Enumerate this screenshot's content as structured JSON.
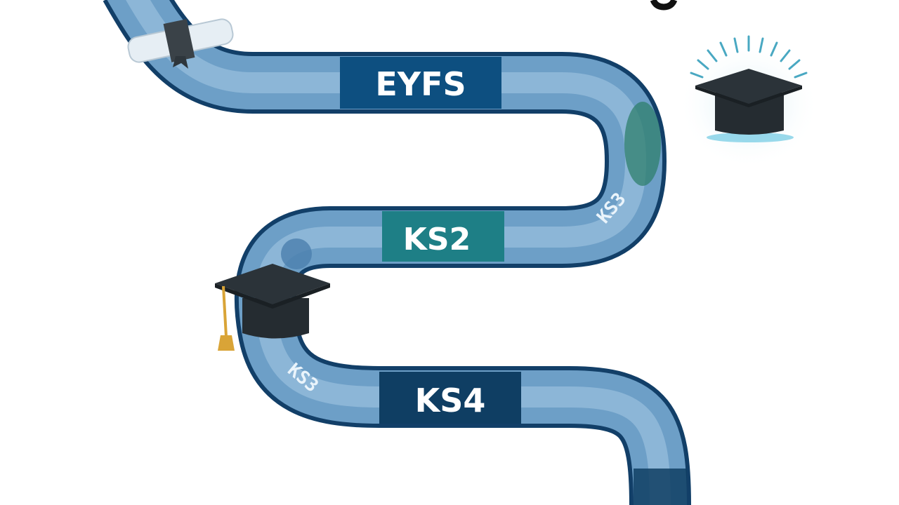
{
  "stages": [
    {
      "label": "EYFS",
      "color": "#0d4f80"
    },
    {
      "label": "KS2",
      "color": "#1e7f86"
    },
    {
      "label": "KS4",
      "color": "#0f3e63"
    }
  ],
  "scribbles": [
    "KS3",
    "KS3"
  ],
  "icons": [
    "diploma-scroll-icon",
    "graduation-cap-icon",
    "glowing-graduation-cap-icon"
  ],
  "colors": {
    "path_outline": "#123f68",
    "path_fill": "#6d9fc7",
    "path_highlight": "#a6c8e3",
    "cap": "#2b3339",
    "tassel": "#d9a437",
    "glow": "#49a8c2"
  }
}
